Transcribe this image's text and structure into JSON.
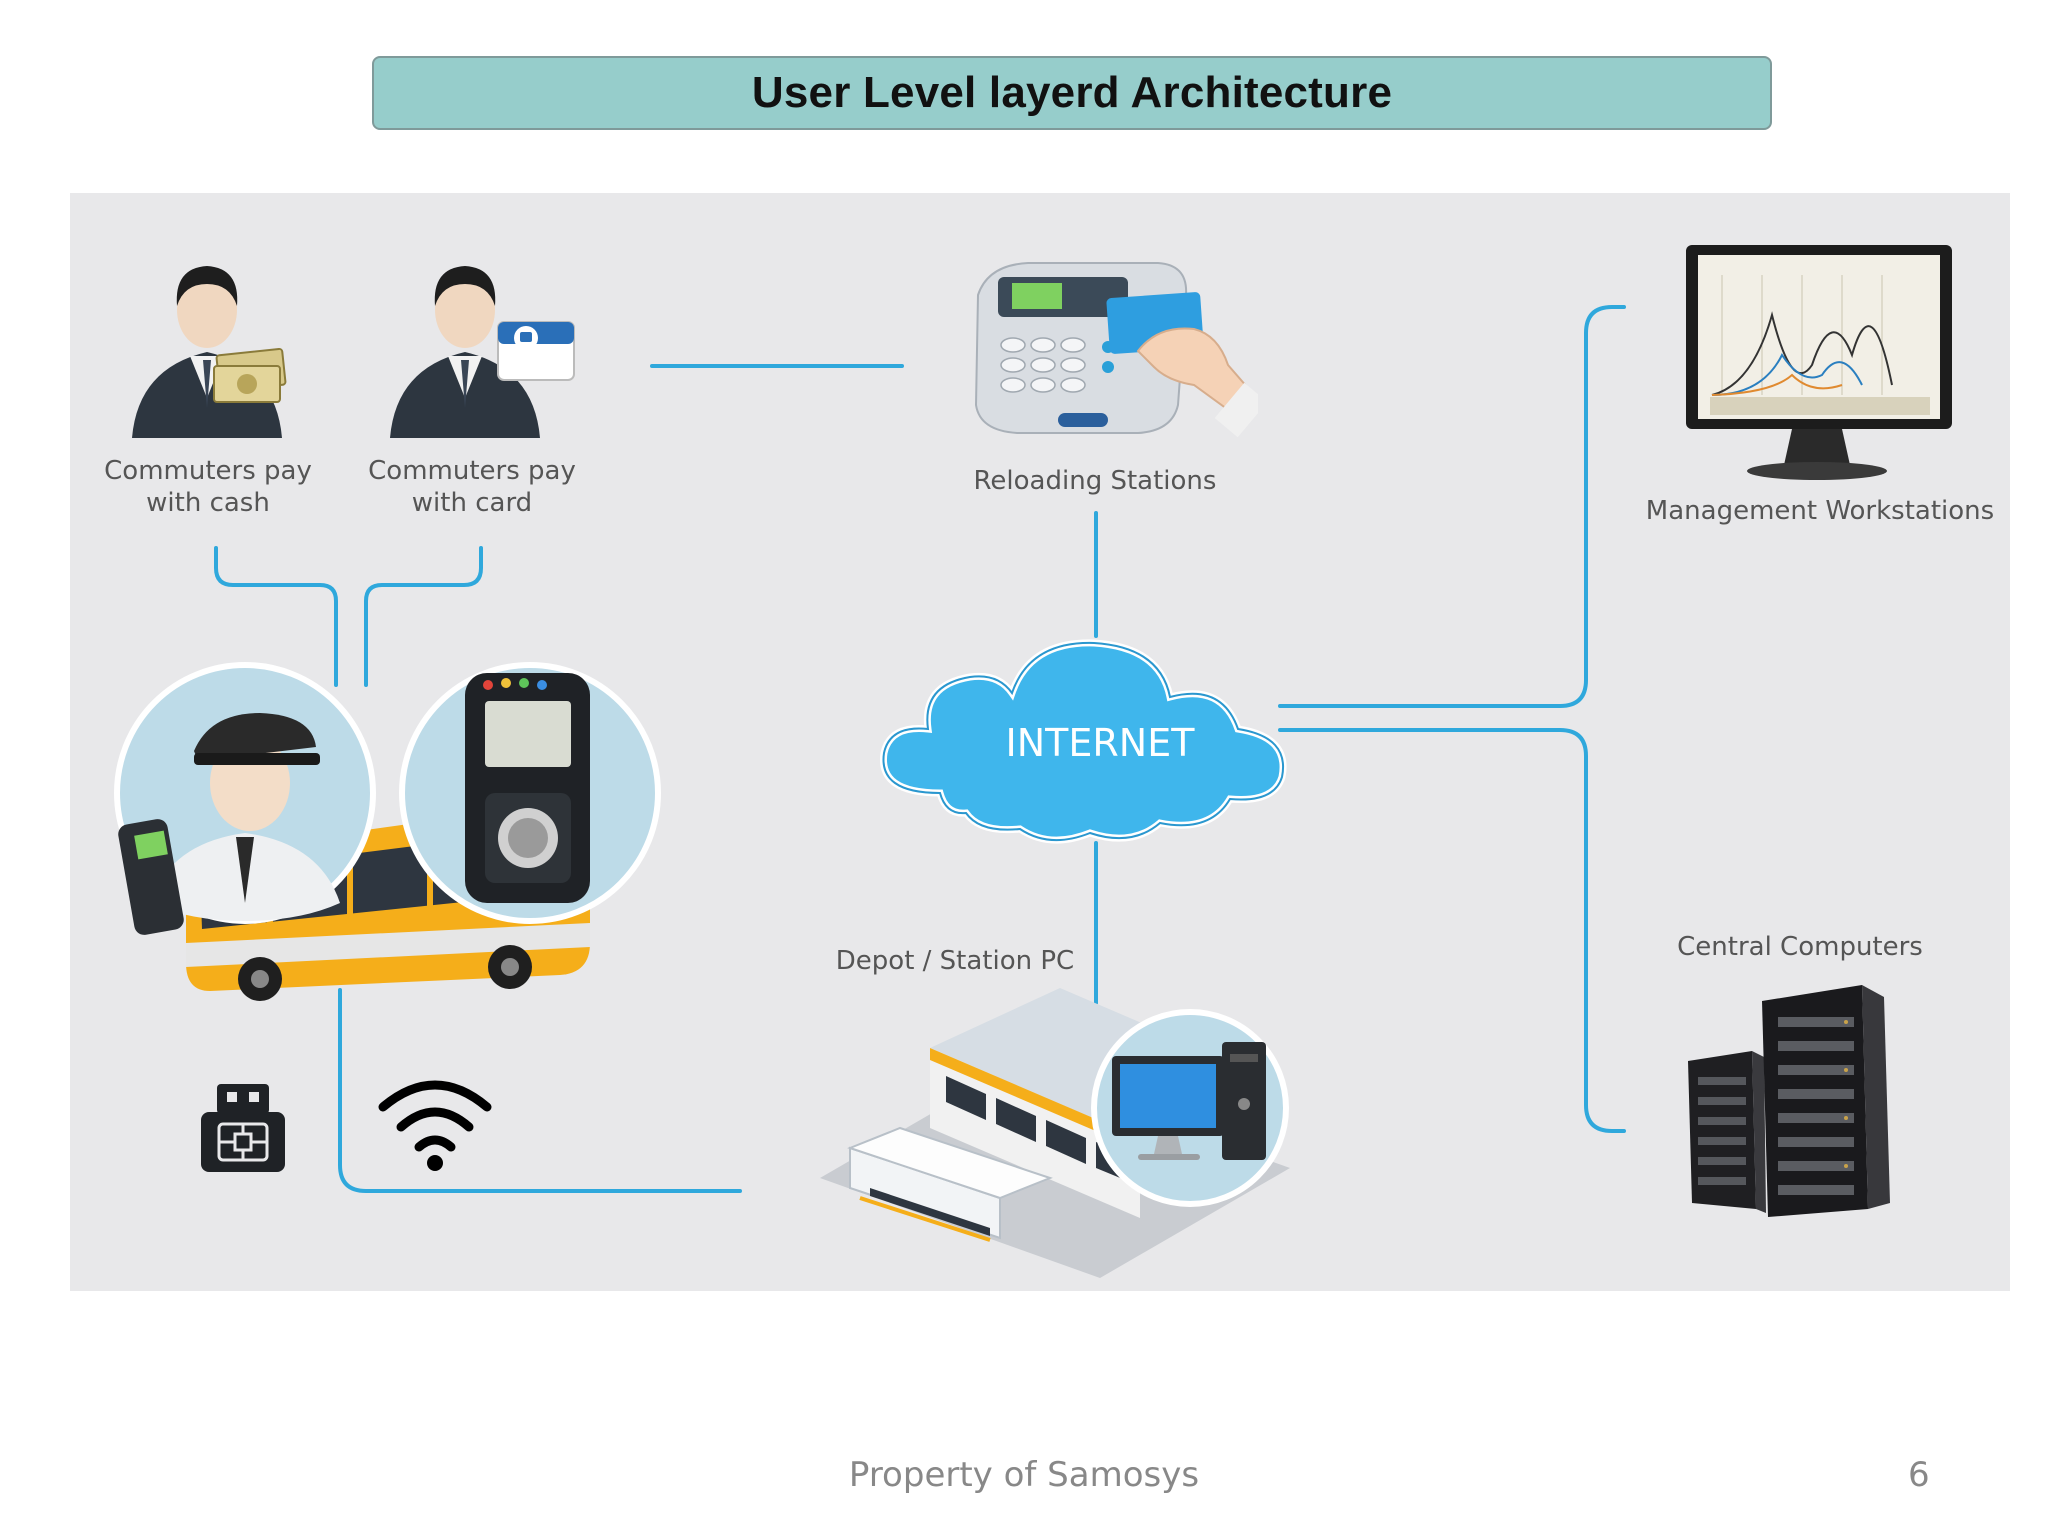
{
  "title": "User Level layerd Architecture",
  "nodes": {
    "cash_commuter": "Commuters pay\nwith cash",
    "card_commuter": "Commuters pay\nwith card",
    "reloading": "Reloading Stations",
    "management": "Management Workstations",
    "internet": "INTERNET",
    "depot": "Depot / Station PC",
    "central": "Central Computers"
  },
  "colors": {
    "title_bg": "#96cdcb",
    "connector": "#2fa8dc",
    "cloud": "#3fb6ec"
  },
  "icons": [
    "person-cash-icon",
    "person-card-icon",
    "card-reader-icon",
    "monitor-chart-icon",
    "cloud-icon",
    "bus-icon",
    "conductor-icon",
    "handheld-terminal-icon",
    "usb-chip-icon",
    "wifi-icon",
    "depot-building-icon",
    "desktop-pc-icon",
    "server-rack-icon"
  ],
  "footer": {
    "property": "Property of Samosys",
    "page": "6"
  }
}
